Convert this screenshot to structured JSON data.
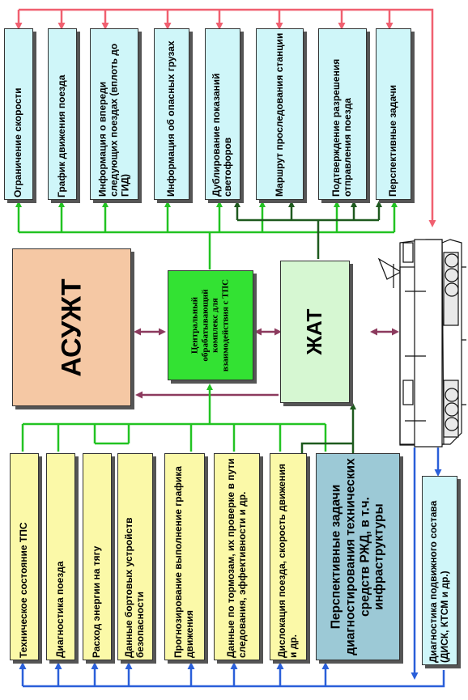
{
  "top_boxes": [
    "Ограничение скорости",
    "График движения поезда",
    "Информация о впереди следующих поездах (вплоть до ГИД)",
    "Информация об опасных грузах",
    "Дублирование показаний светофоров",
    "Маршрут проследования станции",
    "Подтверждение разрешения отправления поезда",
    "Перспективные задачи"
  ],
  "center": {
    "asuzht": "АСУЖТ",
    "cpu": "Центральный обрабатывающий комплекс для взаимодействия с ТПС",
    "zhat": "ЖАТ"
  },
  "bottom_boxes": [
    "Техническое состояние ТПС",
    "Диагностика поезда",
    "Расход энергии на тягу",
    "Данные бортовых устройств безопасности",
    "Прогнозирование выполнение графика движения",
    "Данные по тормозам, их проверке  в пути следования, эффективности и др.",
    "Дислокация поезда, скорость движения и др.",
    "Перспективные задачи диагностирования технических средств РЖД, в т.ч. инфраструктуры"
  ],
  "diag_box": "Диагностика подвижного состава (ДИСК, КТСМ и др.)",
  "colors": {
    "green": "#22c322",
    "dark_green": "#1e5a1e",
    "red": "#f06070",
    "purple": "#8c3a5e",
    "blue": "#2a5fd9"
  }
}
